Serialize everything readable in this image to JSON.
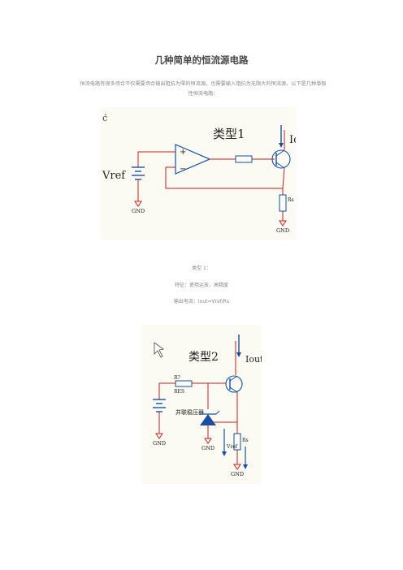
{
  "document": {
    "title": "几种简单的恒流源电路",
    "intro_line1": "恒流电路有很多场合不仅需要场合输出阻抗为零的恒流源，也需要输入阻抗为无限大的恒流源，以下是几种单极",
    "intro_line2": "性恒流电路："
  },
  "circuit1": {
    "type_label": "类型1",
    "iout_label": "Iout",
    "vref_label": "Vref",
    "gnd_label_left": "GND",
    "gnd_label_right": "GND",
    "rs_label": "Rs",
    "plus_sign": "+",
    "minus_sign": "−",
    "corner_mark": "ć"
  },
  "captions": {
    "type": "类型 1：",
    "features": "特征：使用运放，高精度",
    "formula": "输出电流：Iout=Vref/Rs"
  },
  "circuit2": {
    "type_label": "类型2",
    "iout_label": "Iout",
    "r_label": "R?",
    "res_label": "RES",
    "shunt_label": "并联稳压器",
    "vref_label": "Vref",
    "rs_label": "Rs",
    "gnd_label_left": "GND",
    "gnd_label_mid": "GND",
    "gnd_label_right": "GND"
  },
  "colors": {
    "wire_red": "#c81e1e",
    "wire_blue": "#1a4fa0",
    "figure_bg": "#fbfbf3"
  }
}
